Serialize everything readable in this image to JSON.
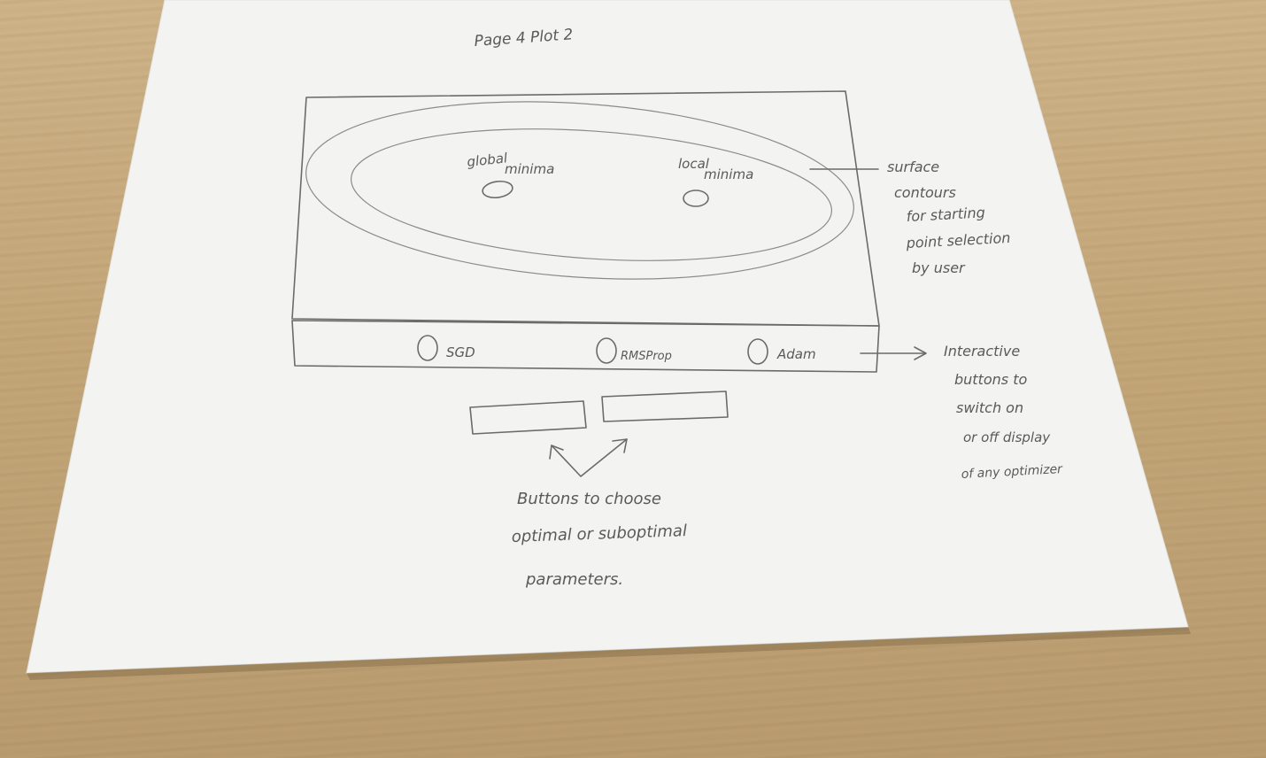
{
  "page_title": "Page 4 Plot 2",
  "plot": {
    "global_label": [
      "global",
      "minima"
    ],
    "local_label": [
      "local",
      "minima"
    ]
  },
  "optimizers": [
    {
      "label": "SGD"
    },
    {
      "label": "RMSProp"
    },
    {
      "label": "Adam"
    }
  ],
  "annotations": {
    "surface": [
      "surface",
      "contours",
      "for starting",
      "point selection",
      "by user"
    ],
    "toggles": [
      "Interactive",
      "buttons to",
      "switch on",
      "or off display",
      "of any optimizer"
    ],
    "buttons": [
      "Buttons to choose",
      "optimal or suboptimal",
      "parameters."
    ]
  },
  "colors": {
    "pencil": "#5a5a5a",
    "paper": "#f3f3f1",
    "wood": "#c4a779"
  }
}
